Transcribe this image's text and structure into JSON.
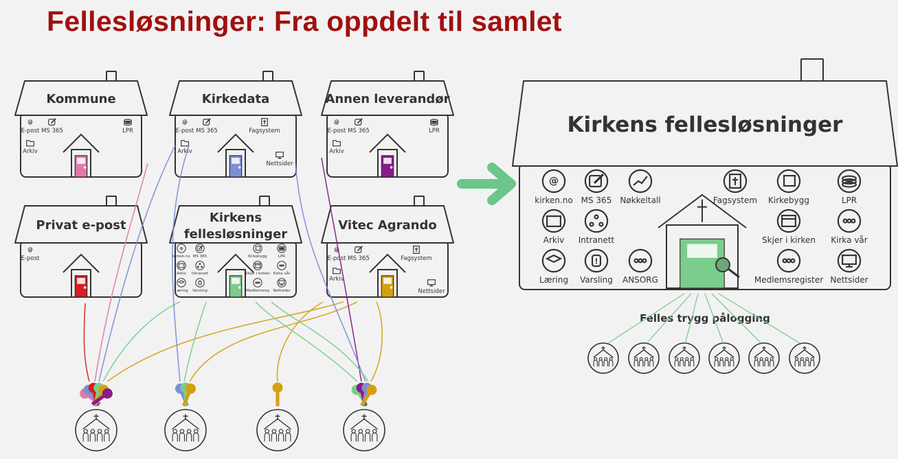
{
  "title": "Fellesløsninger: Fra oppdelt til samlet",
  "colors": {
    "title": "#a01010",
    "arrow": "#6cc68a",
    "roof": "#f2f2f2",
    "stroke": "#333333"
  },
  "small_houses": [
    {
      "id": "kommune",
      "name_lines": [
        "Kommune"
      ],
      "door_color": "#e07aa8",
      "items": [
        {
          "label": "E-post",
          "icon": "at-icon"
        },
        {
          "label": "MS 365",
          "icon": "edit-icon"
        },
        {
          "label": "LPR",
          "icon": "coins-icon"
        },
        {
          "label": "Arkiv",
          "icon": "folder-icon"
        }
      ]
    },
    {
      "id": "kirkedata",
      "name_lines": [
        "Kirkedata"
      ],
      "door_color": "#7b8fd6",
      "items": [
        {
          "label": "E-post",
          "icon": "at-icon"
        },
        {
          "label": "MS 365",
          "icon": "edit-icon"
        },
        {
          "label": "Fagsystem",
          "icon": "book-cross-icon"
        },
        {
          "label": "Arkiv",
          "icon": "folder-icon"
        },
        {
          "label": "Nettsider",
          "icon": "monitor-icon"
        }
      ]
    },
    {
      "id": "annen",
      "name_lines": [
        "Annen leverandør"
      ],
      "door_color": "#8a1a8a",
      "items": [
        {
          "label": "E-post",
          "icon": "at-icon"
        },
        {
          "label": "MS 365",
          "icon": "edit-icon"
        },
        {
          "label": "LPR",
          "icon": "coins-icon"
        },
        {
          "label": "Arkiv",
          "icon": "folder-icon"
        }
      ]
    },
    {
      "id": "privat",
      "name_lines": [
        "Privat e-post"
      ],
      "door_color": "#d42020",
      "items": [
        {
          "label": "E-post",
          "icon": "at-icon"
        }
      ]
    },
    {
      "id": "kirkens_small",
      "name_lines": [
        "Kirkens",
        "fellesløsninger"
      ],
      "door_color": "#7ccc8c",
      "items": [
        {
          "label": "kirken.no"
        },
        {
          "label": "MS 365"
        },
        {
          "label": "Kirkebygg"
        },
        {
          "label": "LPR"
        },
        {
          "label": "Arkiv"
        },
        {
          "label": "Intranett"
        },
        {
          "label": "Skjer i kirken"
        },
        {
          "label": "Kirka vår"
        },
        {
          "label": "Læring"
        },
        {
          "label": "Varsling"
        },
        {
          "label": "Medlemsreg"
        },
        {
          "label": "Nettsider"
        }
      ]
    },
    {
      "id": "vitec",
      "name_lines": [
        "Vitec Agrando"
      ],
      "door_color": "#d4a010",
      "items": [
        {
          "label": "E-post",
          "icon": "at-icon"
        },
        {
          "label": "MS 365",
          "icon": "edit-icon"
        },
        {
          "label": "Fagsystem",
          "icon": "book-cross-icon"
        },
        {
          "label": "Arkiv",
          "icon": "folder-icon"
        },
        {
          "label": "Nettsider",
          "icon": "monitor-icon"
        }
      ]
    }
  ],
  "big_house": {
    "name": "Kirkens fellesløsninger",
    "door_color": "#7ccc8c",
    "items": [
      {
        "label": "kirken.no",
        "icon": "at-icon"
      },
      {
        "label": "MS 365",
        "icon": "edit-icon"
      },
      {
        "label": "Nøkkeltall",
        "icon": "chart-icon"
      },
      {
        "label": "Fagsystem",
        "icon": "book-cross-icon"
      },
      {
        "label": "Kirkebygg",
        "icon": "building-doc-icon"
      },
      {
        "label": "LPR",
        "icon": "coins-icon"
      },
      {
        "label": "Arkiv",
        "icon": "archive-360-icon"
      },
      {
        "label": "Intranett",
        "icon": "network-icon"
      },
      {
        "label": "Skjer i kirken",
        "icon": "calendar-icon"
      },
      {
        "label": "Kirka vår",
        "icon": "congregation-icon"
      },
      {
        "label": "Læring",
        "icon": "graduation-icon"
      },
      {
        "label": "Varsling",
        "icon": "alert-icon"
      },
      {
        "label": "ANSORG",
        "icon": "org-chart-icon"
      },
      {
        "label": "Medlemsregister",
        "icon": "members-icon"
      },
      {
        "label": "Nettsider",
        "icon": "monitor-icon"
      }
    ]
  },
  "login_label": "Felles trygg pålogging",
  "left_congregations": [
    {
      "keys": [
        "#e07aa8",
        "#7b8fd6",
        "#d42020",
        "#7ccc8c",
        "#d4a010",
        "#8a1a8a"
      ]
    },
    {
      "keys": [
        "#7b8fd6",
        "#7ccc8c",
        "#d4a010"
      ]
    },
    {
      "keys": [
        "#d4a010"
      ]
    },
    {
      "keys": [
        "#7ccc8c",
        "#8a1a8a",
        "#7b8fd6",
        "#d4a010"
      ]
    }
  ],
  "right_congregation_count": 6
}
